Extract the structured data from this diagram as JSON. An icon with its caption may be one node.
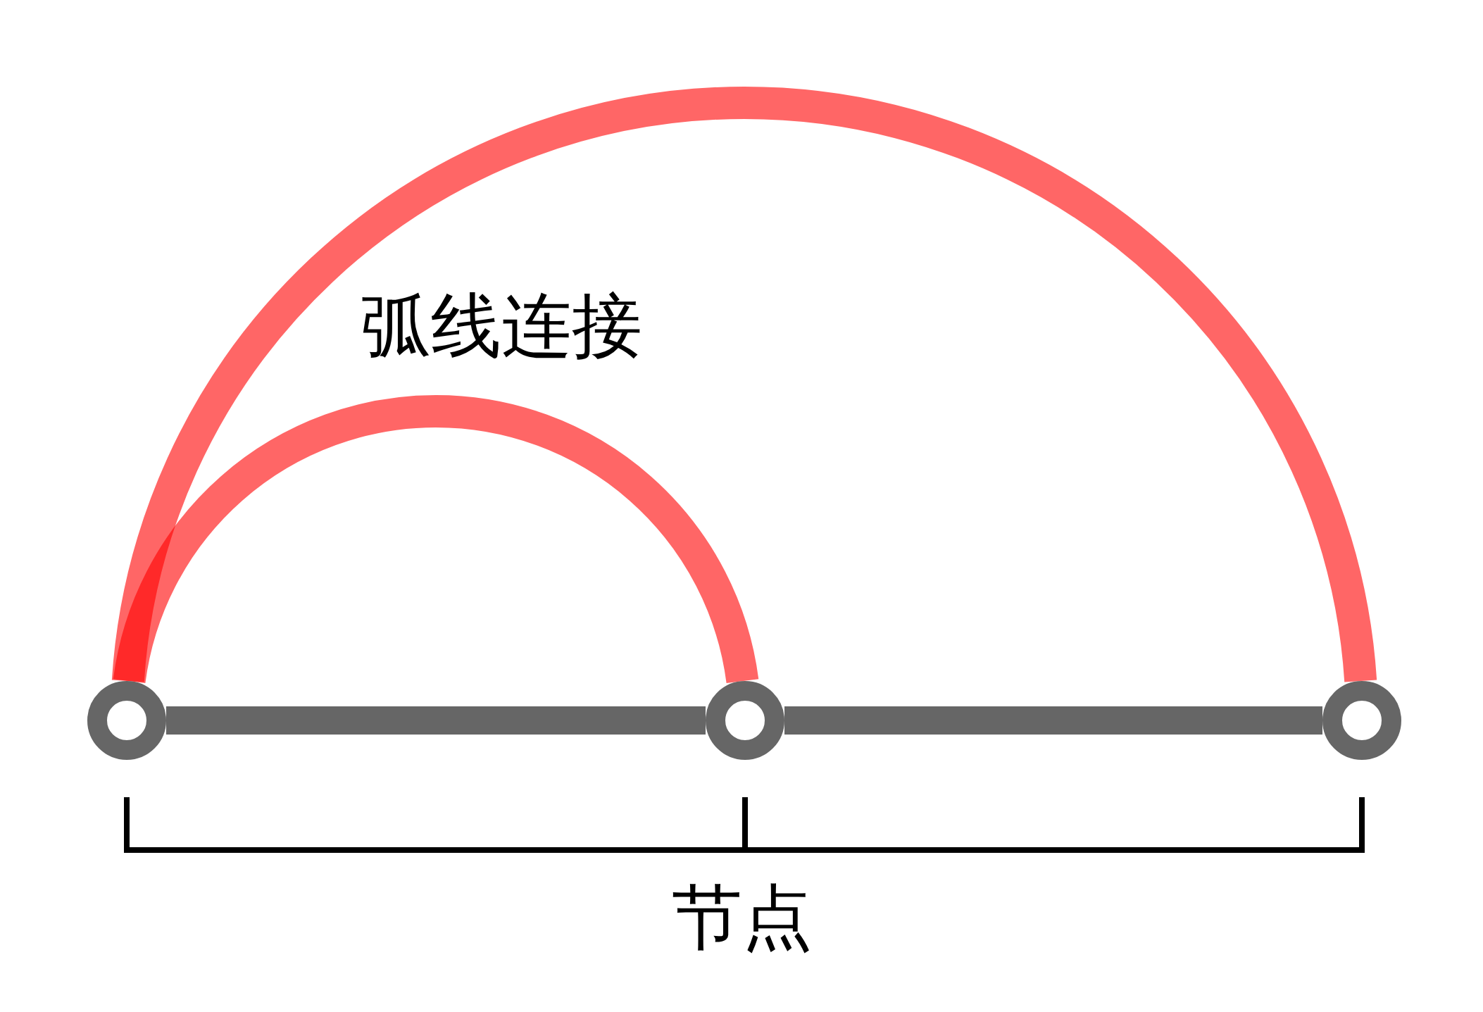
{
  "diagram": {
    "nodes": [
      {
        "text": [],
        "shape": "circle"
      },
      {
        "text": [],
        "shape": "circle"
      },
      {
        "text": [],
        "shape": "circle"
      }
    ],
    "edges": [
      {
        "from": 0,
        "to": 1,
        "arrow": "none",
        "color": "#666666"
      },
      {
        "from": 1,
        "to": 2,
        "arrow": "none",
        "color": "#666666"
      },
      {
        "from": 0,
        "to": 1,
        "arrow": "none",
        "color": "#ff6666"
      },
      {
        "from": 0,
        "to": 2,
        "arrow": "none",
        "color": "#ff6666"
      }
    ],
    "labels": [
      "弧线连接",
      "节点"
    ]
  }
}
